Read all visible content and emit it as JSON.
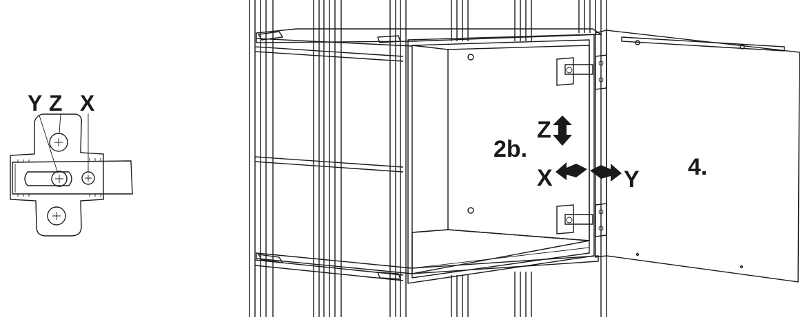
{
  "hinge_detail": {
    "label_y": "Y",
    "label_z": "Z",
    "label_x": "X"
  },
  "assembly": {
    "step_adjust": "2b.",
    "step_door": "4.",
    "axis_z": "Z",
    "axis_x": "X",
    "axis_y": "Y"
  },
  "colors": {
    "line": "#1a1a1a",
    "panel": "#ffffff",
    "background": "#ffffff"
  }
}
